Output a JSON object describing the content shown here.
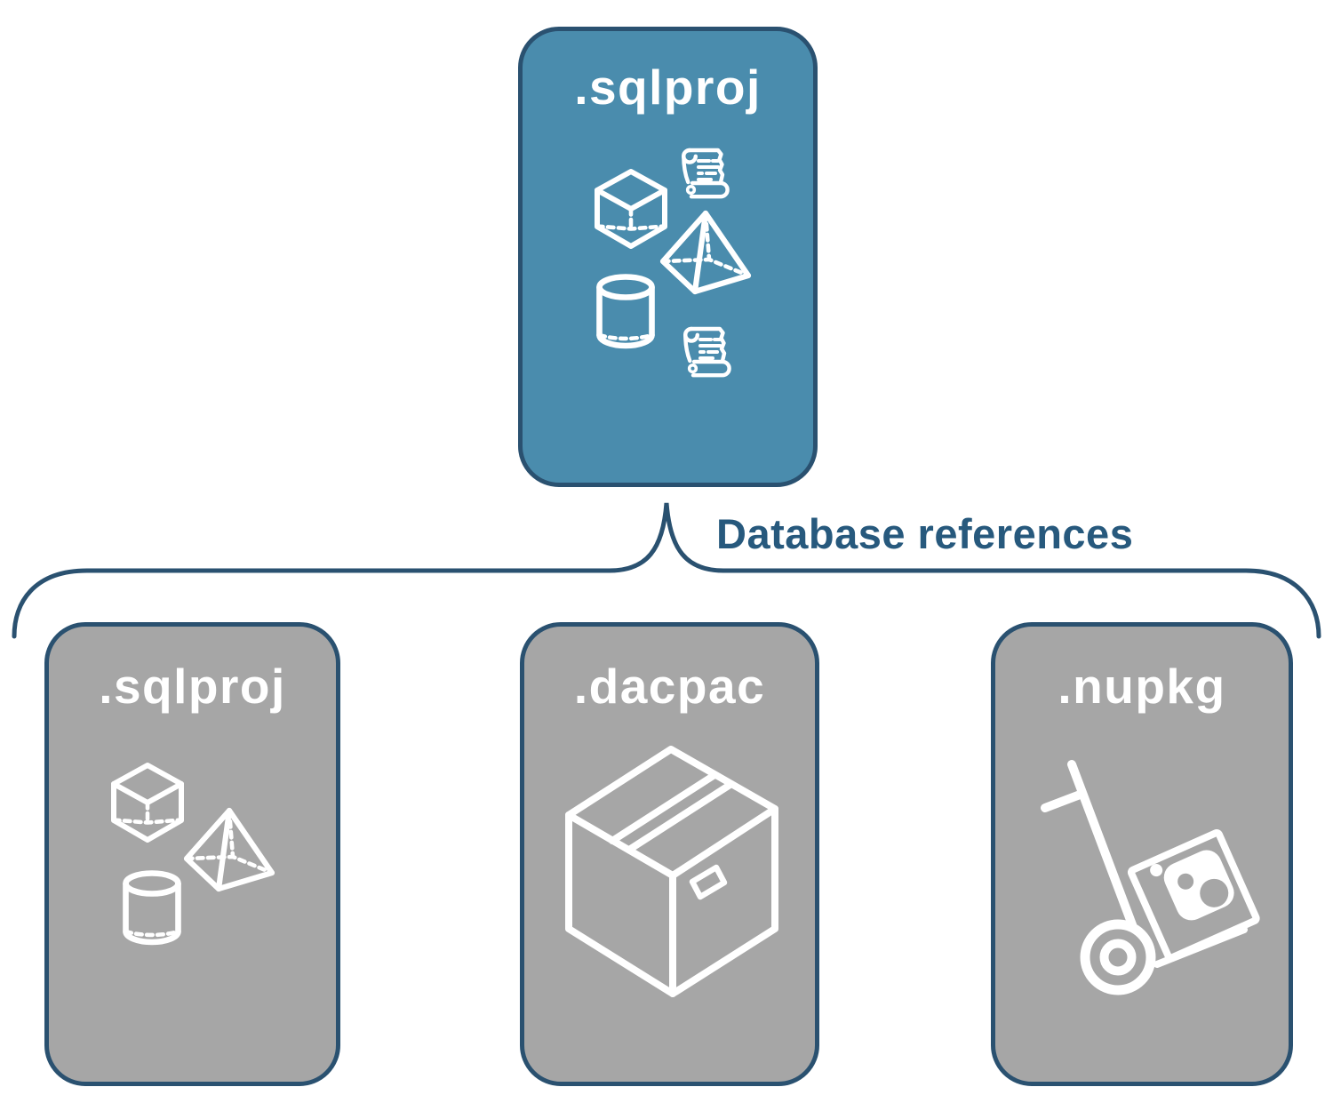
{
  "diagram": {
    "title_implicit": "SQL project database references",
    "root": {
      "label": ".sqlproj",
      "icons": [
        "cube",
        "scroll",
        "pyramid",
        "cylinder",
        "scroll"
      ]
    },
    "connector": {
      "label": "Database references"
    },
    "children": [
      {
        "label": ".sqlproj",
        "icons": [
          "cube",
          "pyramid",
          "cylinder"
        ]
      },
      {
        "label": ".dacpac",
        "icons": [
          "package-box"
        ]
      },
      {
        "label": ".nupkg",
        "icons": [
          "nuget-hand-truck"
        ]
      }
    ],
    "colors": {
      "root_fill": "#4a8cad",
      "child_fill": "#a6a6a6",
      "outline": "#2a5170",
      "connector_label_text": "#27597d",
      "icon_stroke": "#ffffff"
    }
  }
}
